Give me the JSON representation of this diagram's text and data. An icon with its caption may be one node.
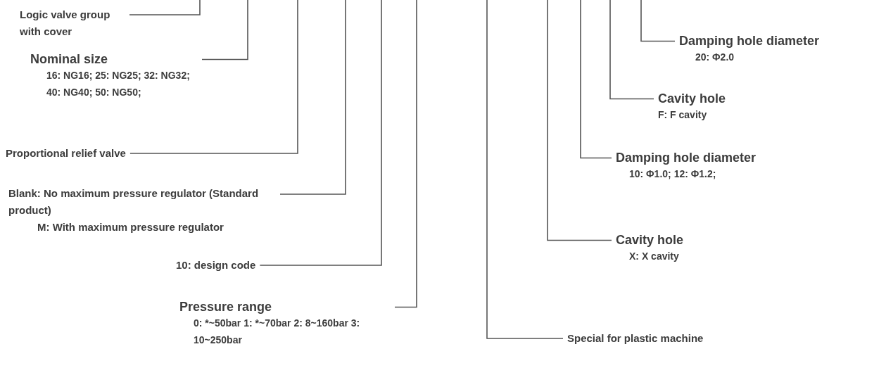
{
  "diagram": {
    "nodes": [
      {
        "text": [
          "Logic valve group with cover"
        ]
      },
      {
        "text": [
          "Nominal size",
          "16: NG16; 25: NG25; 32: NG32; 40: NG40; 50: NG50;"
        ]
      },
      {
        "text": [
          "Proportional relief valve"
        ]
      },
      {
        "text": [
          "Blank: No maximum pressure regulator (Standard product)",
          "M: With maximum pressure regulator"
        ]
      },
      {
        "text": [
          "10: design code"
        ]
      },
      {
        "text": [
          "Pressure range",
          "0: *~50bar 1: *~70bar 2: 8~160bar 3: 10~250bar"
        ]
      },
      {
        "text": [
          "Damping hole diameter",
          "20: Φ2.0"
        ]
      },
      {
        "text": [
          "Cavity hole",
          "F: F cavity"
        ]
      },
      {
        "text": [
          "Damping hole diameter",
          "10: Φ1.0; 12: Φ1.2;"
        ]
      },
      {
        "text": [
          "Cavity hole",
          "X: X cavity"
        ]
      },
      {
        "text": [
          "Special for plastic machine"
        ]
      }
    ],
    "edges": [
      {
        "from": 0,
        "to": null,
        "arrow": "none"
      },
      {
        "from": 1,
        "to": null,
        "arrow": "none"
      },
      {
        "from": 2,
        "to": null,
        "arrow": "none"
      },
      {
        "from": 3,
        "to": null,
        "arrow": "none"
      },
      {
        "from": 4,
        "to": null,
        "arrow": "none"
      },
      {
        "from": 5,
        "to": null,
        "arrow": "none"
      },
      {
        "from": 6,
        "to": null,
        "arrow": "none"
      },
      {
        "from": 7,
        "to": null,
        "arrow": "none"
      },
      {
        "from": 8,
        "to": null,
        "arrow": "none"
      },
      {
        "from": 9,
        "to": null,
        "arrow": "none"
      },
      {
        "from": 10,
        "to": null,
        "arrow": "none"
      }
    ]
  }
}
